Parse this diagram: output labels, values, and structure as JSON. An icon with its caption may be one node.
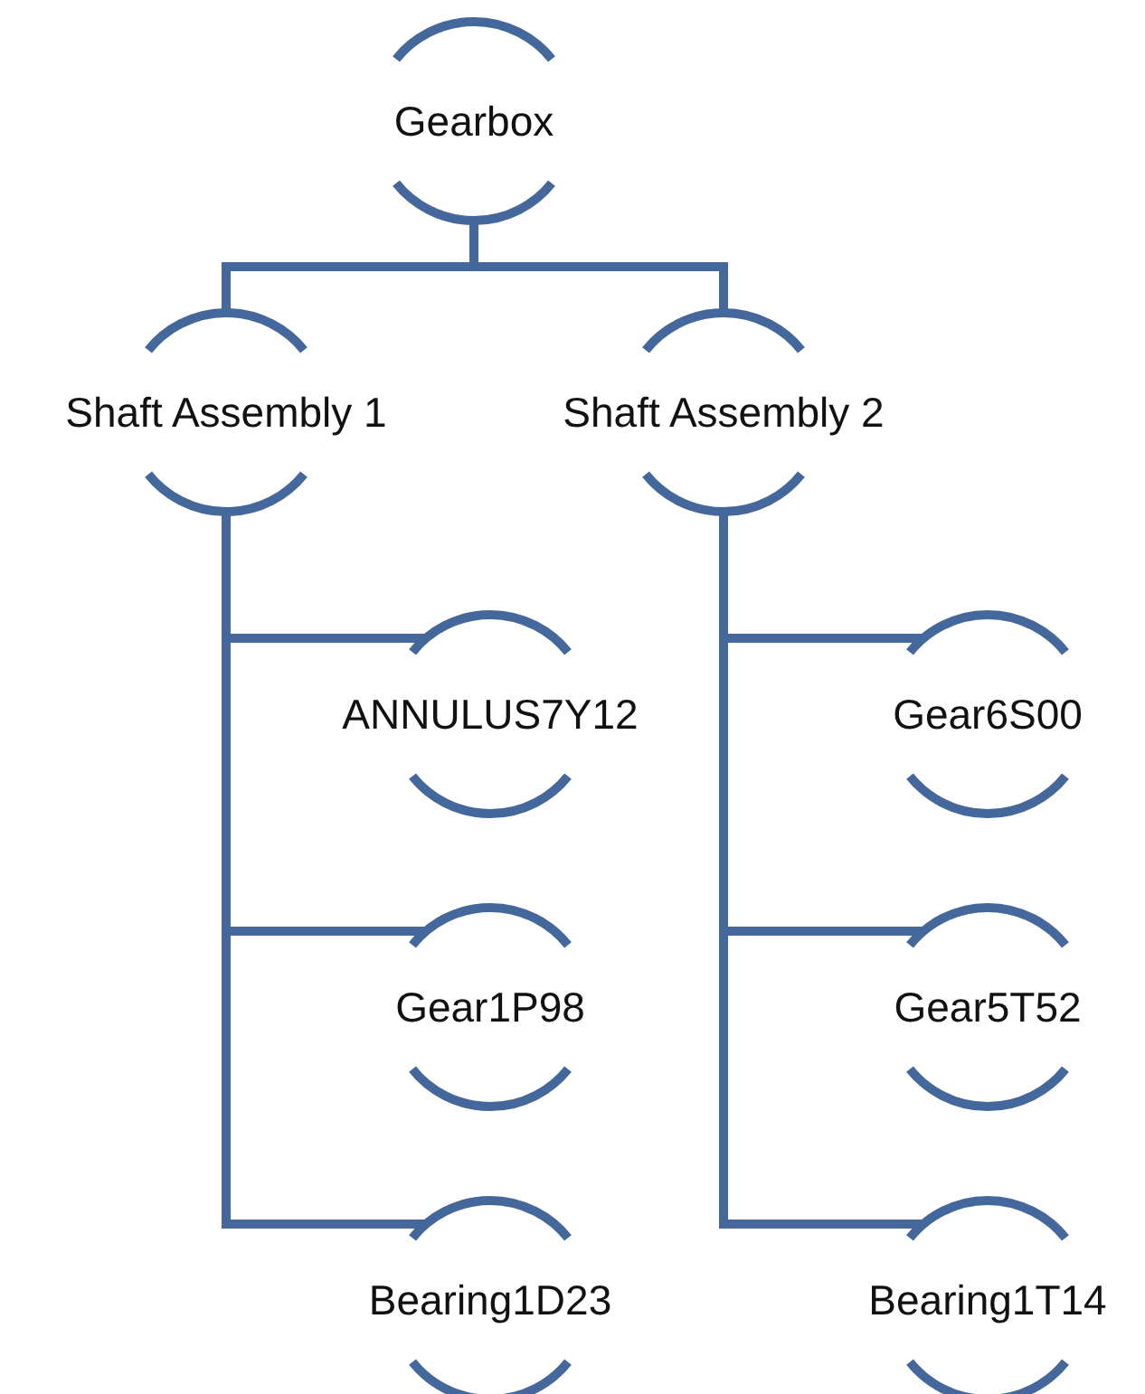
{
  "diagram": {
    "nodes": [
      {
        "text": [
          "Gearbox"
        ]
      },
      {
        "text": [
          "Shaft Assembly 1"
        ]
      },
      {
        "text": [
          "Shaft Assembly 2"
        ]
      },
      {
        "text": [
          "ANNULUS7Y12"
        ]
      },
      {
        "text": [
          "Gear1P98"
        ]
      },
      {
        "text": [
          "Bearing1D23"
        ]
      },
      {
        "text": [
          "Gear6S00"
        ]
      },
      {
        "text": [
          "Gear5T52"
        ]
      },
      {
        "text": [
          "Bearing1T14"
        ]
      }
    ],
    "edges": [
      {
        "from": 0,
        "to": 1,
        "arrow": "none"
      },
      {
        "from": 0,
        "to": 2,
        "arrow": "none"
      },
      {
        "from": 1,
        "to": 3,
        "arrow": "none"
      },
      {
        "from": 1,
        "to": 4,
        "arrow": "none"
      },
      {
        "from": 1,
        "to": 5,
        "arrow": "none"
      },
      {
        "from": 2,
        "to": 6,
        "arrow": "none"
      },
      {
        "from": 2,
        "to": 7,
        "arrow": "none"
      },
      {
        "from": 2,
        "to": 8,
        "arrow": "none"
      }
    ]
  }
}
